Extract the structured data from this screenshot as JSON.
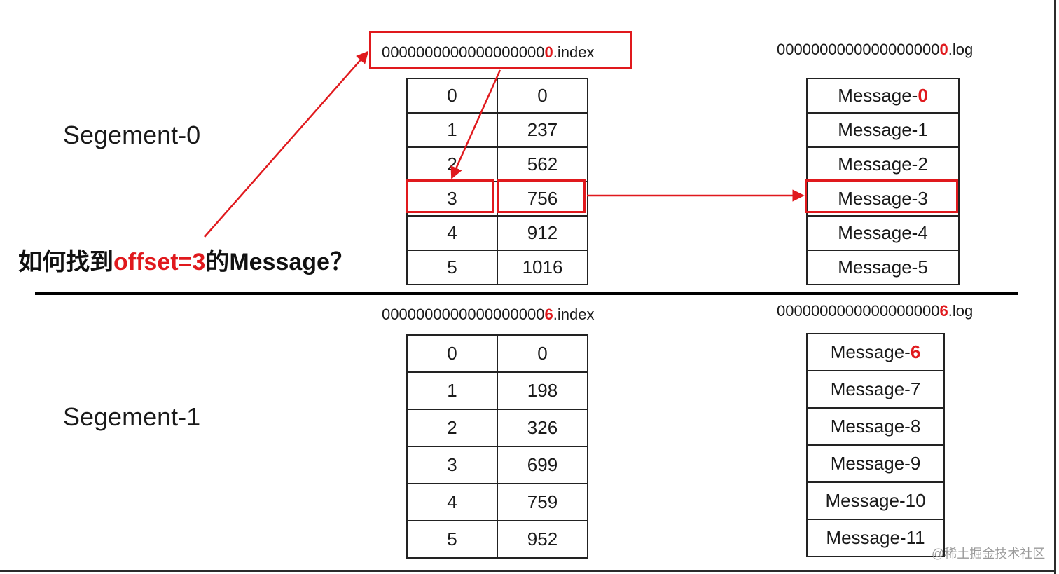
{
  "segments": [
    {
      "label": "Segement-0",
      "index_file": {
        "prefix": "0000000000000000000",
        "highlight": "0",
        "suffix": ".index"
      },
      "log_file": {
        "prefix": "0000000000000000000",
        "highlight": "0",
        "suffix": ".log"
      },
      "index_rows": [
        [
          "0",
          "0"
        ],
        [
          "1",
          "237"
        ],
        [
          "2",
          "562"
        ],
        [
          "3",
          "756"
        ],
        [
          "4",
          "912"
        ],
        [
          "5",
          "1016"
        ]
      ],
      "messages": [
        {
          "prefix": "Message-",
          "number": "0",
          "highlight": true
        },
        {
          "prefix": "Message-",
          "number": "1",
          "highlight": false
        },
        {
          "prefix": "Message-",
          "number": "2",
          "highlight": false
        },
        {
          "prefix": "Message-",
          "number": "3",
          "highlight": false
        },
        {
          "prefix": "Message-",
          "number": "4",
          "highlight": false
        },
        {
          "prefix": "Message-",
          "number": "5",
          "highlight": false
        }
      ]
    },
    {
      "label": "Segement-1",
      "index_file": {
        "prefix": "0000000000000000000",
        "highlight": "6",
        "suffix": ".index"
      },
      "log_file": {
        "prefix": "0000000000000000000",
        "highlight": "6",
        "suffix": ".log"
      },
      "index_rows": [
        [
          "0",
          "0"
        ],
        [
          "1",
          "198"
        ],
        [
          "2",
          "326"
        ],
        [
          "3",
          "699"
        ],
        [
          "4",
          "759"
        ],
        [
          "5",
          "952"
        ]
      ],
      "messages": [
        {
          "prefix": "Message-",
          "number": "6",
          "highlight": true
        },
        {
          "prefix": "Message-",
          "number": "7",
          "highlight": false
        },
        {
          "prefix": "Message-",
          "number": "8",
          "highlight": false
        },
        {
          "prefix": "Message-",
          "number": "9",
          "highlight": false
        },
        {
          "prefix": "Message-",
          "number": "10",
          "highlight": false
        },
        {
          "prefix": "Message-",
          "number": "11",
          "highlight": false
        }
      ]
    }
  ],
  "question": {
    "part1": "如何找到",
    "part2": "offset=3",
    "part3": "的Message？"
  },
  "watermark": "@稀土掘金技术社区",
  "colors": {
    "highlight": "#e0191d",
    "border": "#222222",
    "text": "#1a1a1a"
  }
}
